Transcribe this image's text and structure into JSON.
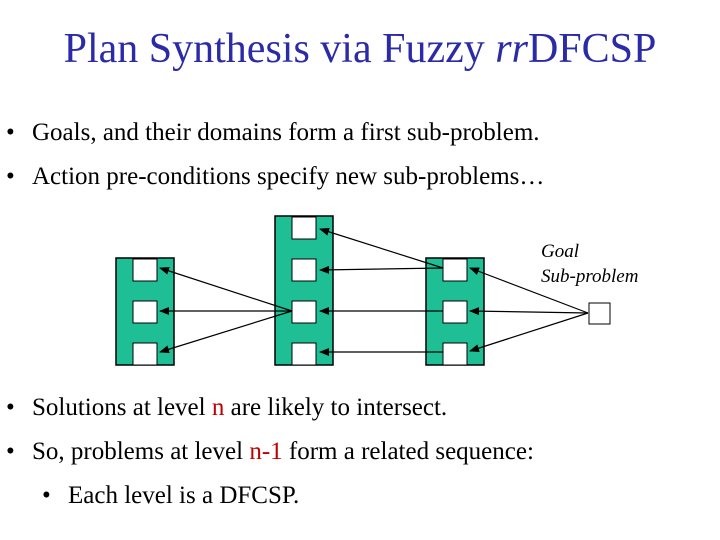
{
  "title": {
    "text": "Plan Synthesis via Fuzzy ",
    "italic": "rr",
    "suffix": "DFCSP"
  },
  "bullets_top": [
    {
      "dot": "•",
      "text": "Goals, and their domains form a first sub-problem."
    },
    {
      "dot": "•",
      "text": "Action pre-conditions specify new sub-problems…"
    }
  ],
  "diagram": {
    "goal_label_line1": "Goal",
    "goal_label_line2": "Sub-problem",
    "fill_color": "#1fbf96",
    "arrow_color": "#000000"
  },
  "bullets_bottom": [
    {
      "dot": "•",
      "pre": "Solutions at level ",
      "hl": "n",
      "post": " are likely to intersect."
    },
    {
      "dot": "•",
      "pre": "So, problems at level ",
      "hl": "n-1",
      "post": " form a related sequence:"
    }
  ],
  "sub_bullet": {
    "dot": "•",
    "text": "Each level is a DFCSP."
  },
  "colors": {
    "title": "#2b2ba8",
    "highlight": "#c00000"
  }
}
